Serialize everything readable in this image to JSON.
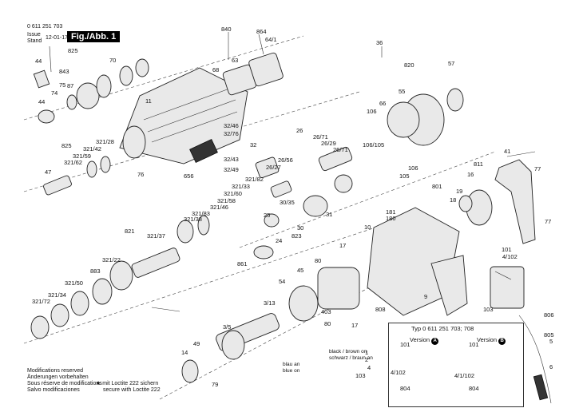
{
  "header": {
    "part_number": "0 611 251 703",
    "issue_label": "Issue",
    "stand_label": "Stand",
    "date": "12-01-17",
    "figure_tag": "Fig./Abb. 1"
  },
  "labels": [
    "840",
    "864",
    "64/1",
    "825",
    "843",
    "70",
    "63",
    "68",
    "44",
    "75",
    "87",
    "74",
    "44",
    "11",
    "36",
    "820",
    "57",
    "66",
    "55",
    "106",
    "106/105",
    "106",
    "105",
    "811",
    "16",
    "41",
    "77",
    "77",
    "19",
    "18",
    "801",
    "181",
    "180",
    "10",
    "9",
    "808",
    "17",
    "17",
    "80",
    "80",
    "45",
    "54",
    "403",
    "3/13",
    "3/5",
    "49",
    "14",
    "79",
    "32/46",
    "32/76",
    "32",
    "32/43",
    "32/49",
    "26",
    "26/71",
    "26/29",
    "26/71",
    "26/56",
    "26/27",
    "31",
    "30/35",
    "823",
    "30",
    "24",
    "861",
    "821",
    "321/37",
    "321/38",
    "321/83",
    "321/46",
    "321/58",
    "321/60",
    "321/33",
    "321/82",
    "25",
    "321/28",
    "321/42",
    "321/59",
    "321/62",
    "47",
    "76",
    "656",
    "825",
    "883",
    "321/22",
    "321/50",
    "321/34",
    "321/72",
    "101",
    "4/102",
    "103",
    "806",
    "805",
    "5",
    "6",
    "1",
    "2",
    "4",
    "103"
  ],
  "inset": {
    "title": "Typ 0 611 251 703; 708",
    "version_a": "Version",
    "version_a_badge": "A",
    "version_b": "Version",
    "version_b_badge": "B",
    "labels": [
      "101",
      "4/102",
      "804",
      "101",
      "4/1/102",
      "804"
    ]
  },
  "wiring_note": {
    "line1": "black / brown on",
    "line2": "schwarz / braun an",
    "blue_de": "blau an",
    "blue_en": "blue on"
  },
  "footer": {
    "line1": "Modifications reserved",
    "line2": "Änderungen vorbehalten",
    "line3": "Sous réserve de modifications",
    "line4": "Salvo modificaciones",
    "loctite_de": "mit Loctite 222 sichern",
    "loctite_en": "secure with Loctite 222"
  }
}
